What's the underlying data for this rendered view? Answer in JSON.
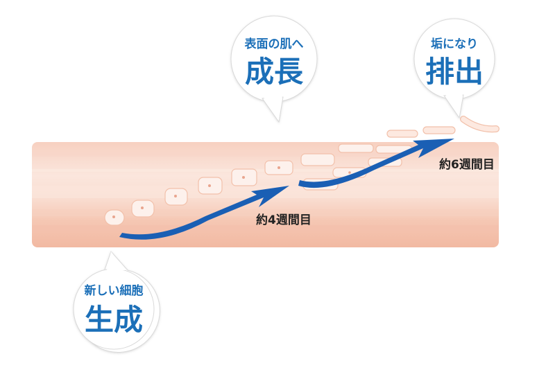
{
  "bubbles": {
    "new_cells": {
      "small": "新しい細胞",
      "big": "生成"
    },
    "growth": {
      "small": "表面の肌へ",
      "big": "成長"
    },
    "shed": {
      "small": "垢になり",
      "big": "排出"
    }
  },
  "labels": {
    "week4": "約4週間目",
    "week6": "約6週間目"
  },
  "colors": {
    "accent": "#1b6fb8",
    "arrow": "#1a5fb4",
    "skin_light": "#fbe3d8",
    "skin_mid": "#f6cdbb",
    "skin_dark": "#f2bba4",
    "cell_fill": "#fdf0ea",
    "cell_stroke": "#f3c2ad"
  }
}
